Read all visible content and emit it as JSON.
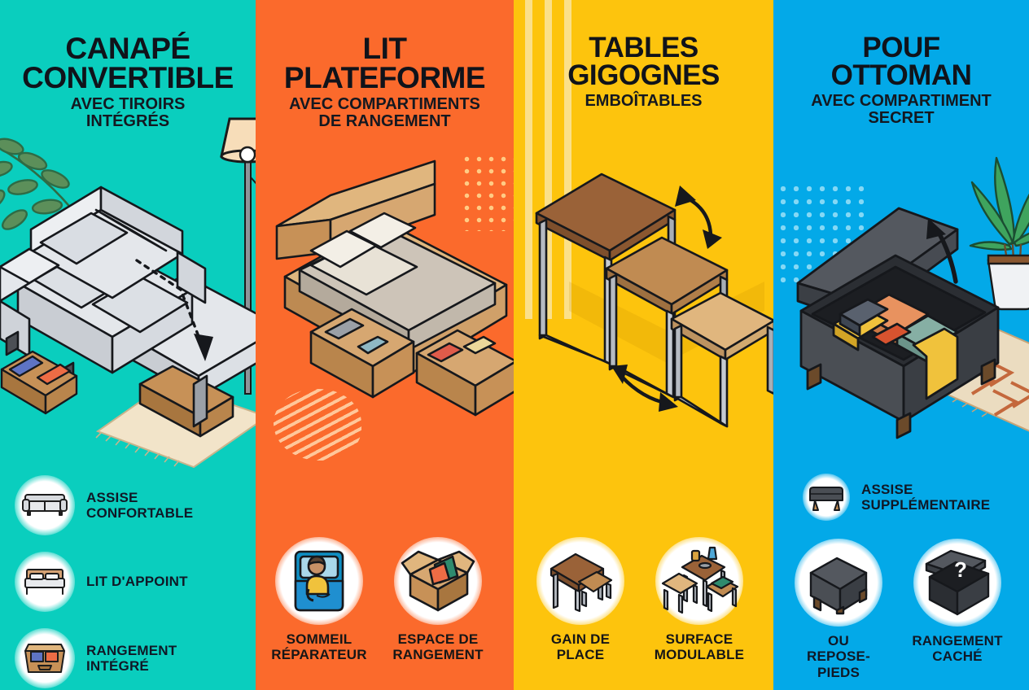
{
  "colors": {
    "panel1_bg": "#0ACEBE",
    "panel2_bg": "#FB6A2C",
    "panel3_bg": "#FDC40D",
    "panel4_bg": "#03A9E8",
    "heading_text": "#10131A",
    "wood_dark": "#9A6238",
    "wood_mid": "#C08B52",
    "wood_light": "#E0B67E",
    "sofa_gray": "#D7DADE",
    "ottoman_gray": "#4A4E54",
    "metal_gray": "#B6BBC2"
  },
  "panels": [
    {
      "id": "canape-convertible",
      "title_line1": "CANAPÉ",
      "title_line2": "CONVERTIBLE",
      "subtitle_line1": "AVEC TIROIRS",
      "subtitle_line2": "INTÉGRÉS",
      "illustration": "isometric-sofa-bed-with-drawers",
      "features": [
        {
          "icon": "sofa-icon",
          "label_line1": "ASSISE",
          "label_line2": "CONFORTABLE"
        },
        {
          "icon": "bed-icon",
          "label_line1": "LIT D'APPOINT",
          "label_line2": ""
        },
        {
          "icon": "drawer-storage-icon",
          "label_line1": "RANGEMENT",
          "label_line2": "INTÉGRÉ"
        }
      ]
    },
    {
      "id": "lit-plateforme",
      "title_line1": "LIT",
      "title_line2": "PLATEFORME",
      "subtitle_line1": "AVEC COMPARTIMENTS",
      "subtitle_line2": "DE RANGEMENT",
      "illustration": "isometric-platform-bed-with-storage-drawers",
      "features": [
        {
          "icon": "sleeping-person-icon",
          "label_line1": "SOMMEIL",
          "label_line2": "RÉPARATEUR"
        },
        {
          "icon": "open-box-icon",
          "label_line1": "ESPACE DE",
          "label_line2": "RANGEMENT"
        }
      ]
    },
    {
      "id": "tables-gigognes",
      "title_line1": "TABLES",
      "title_line2": "GIGOGNES",
      "subtitle_line1": "EMBOÎTABLES",
      "subtitle_line2": "",
      "illustration": "isometric-nesting-tables-with-arrows",
      "features": [
        {
          "icon": "nested-tables-icon",
          "label_line1": "GAIN DE",
          "label_line2": "PLACE"
        },
        {
          "icon": "spread-tables-icon",
          "label_line1": "SURFACE",
          "label_line2": "MODULABLE"
        }
      ]
    },
    {
      "id": "pouf-ottoman",
      "title_line1": "POUF",
      "title_line2": "OTTOMAN",
      "subtitle_line1": "AVEC COMPARTIMENT",
      "subtitle_line2": "SECRET",
      "illustration": "isometric-storage-ottoman-open-lid",
      "features_inline": [
        {
          "icon": "ottoman-small-icon",
          "label_line1": "ASSISE",
          "label_line2": "SUPPLÉMENTAIRE"
        }
      ],
      "features": [
        {
          "icon": "ottoman-closed-icon",
          "label_line1": "OU",
          "label_line2": "REPOSE-PIEDS"
        },
        {
          "icon": "mystery-box-icon",
          "label_line1": "RANGEMENT",
          "label_line2": "CACHÉ"
        }
      ]
    }
  ]
}
